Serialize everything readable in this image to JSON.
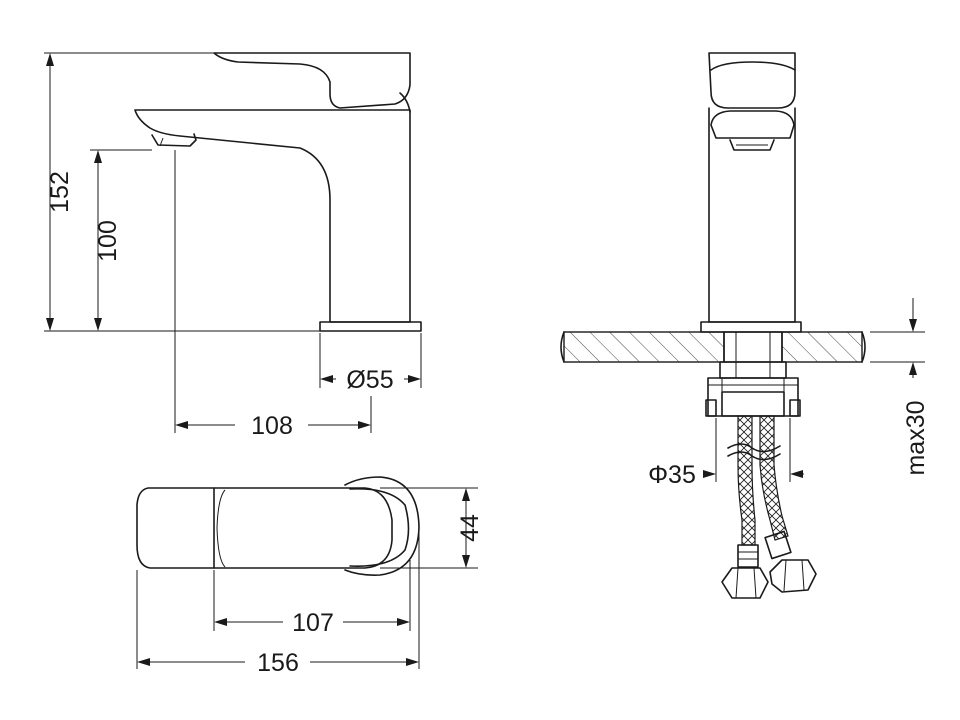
{
  "dimensions": {
    "overall_height": "152",
    "spout_height": "100",
    "base_diameter": "Ø55",
    "spout_reach": "108",
    "body_width": "44",
    "handle_length": "107",
    "overall_length": "156",
    "shank_diameter": "Φ35",
    "max_deck_thickness": "max30"
  },
  "colors": {
    "ink": "#1a1a1a",
    "background": "#ffffff"
  }
}
